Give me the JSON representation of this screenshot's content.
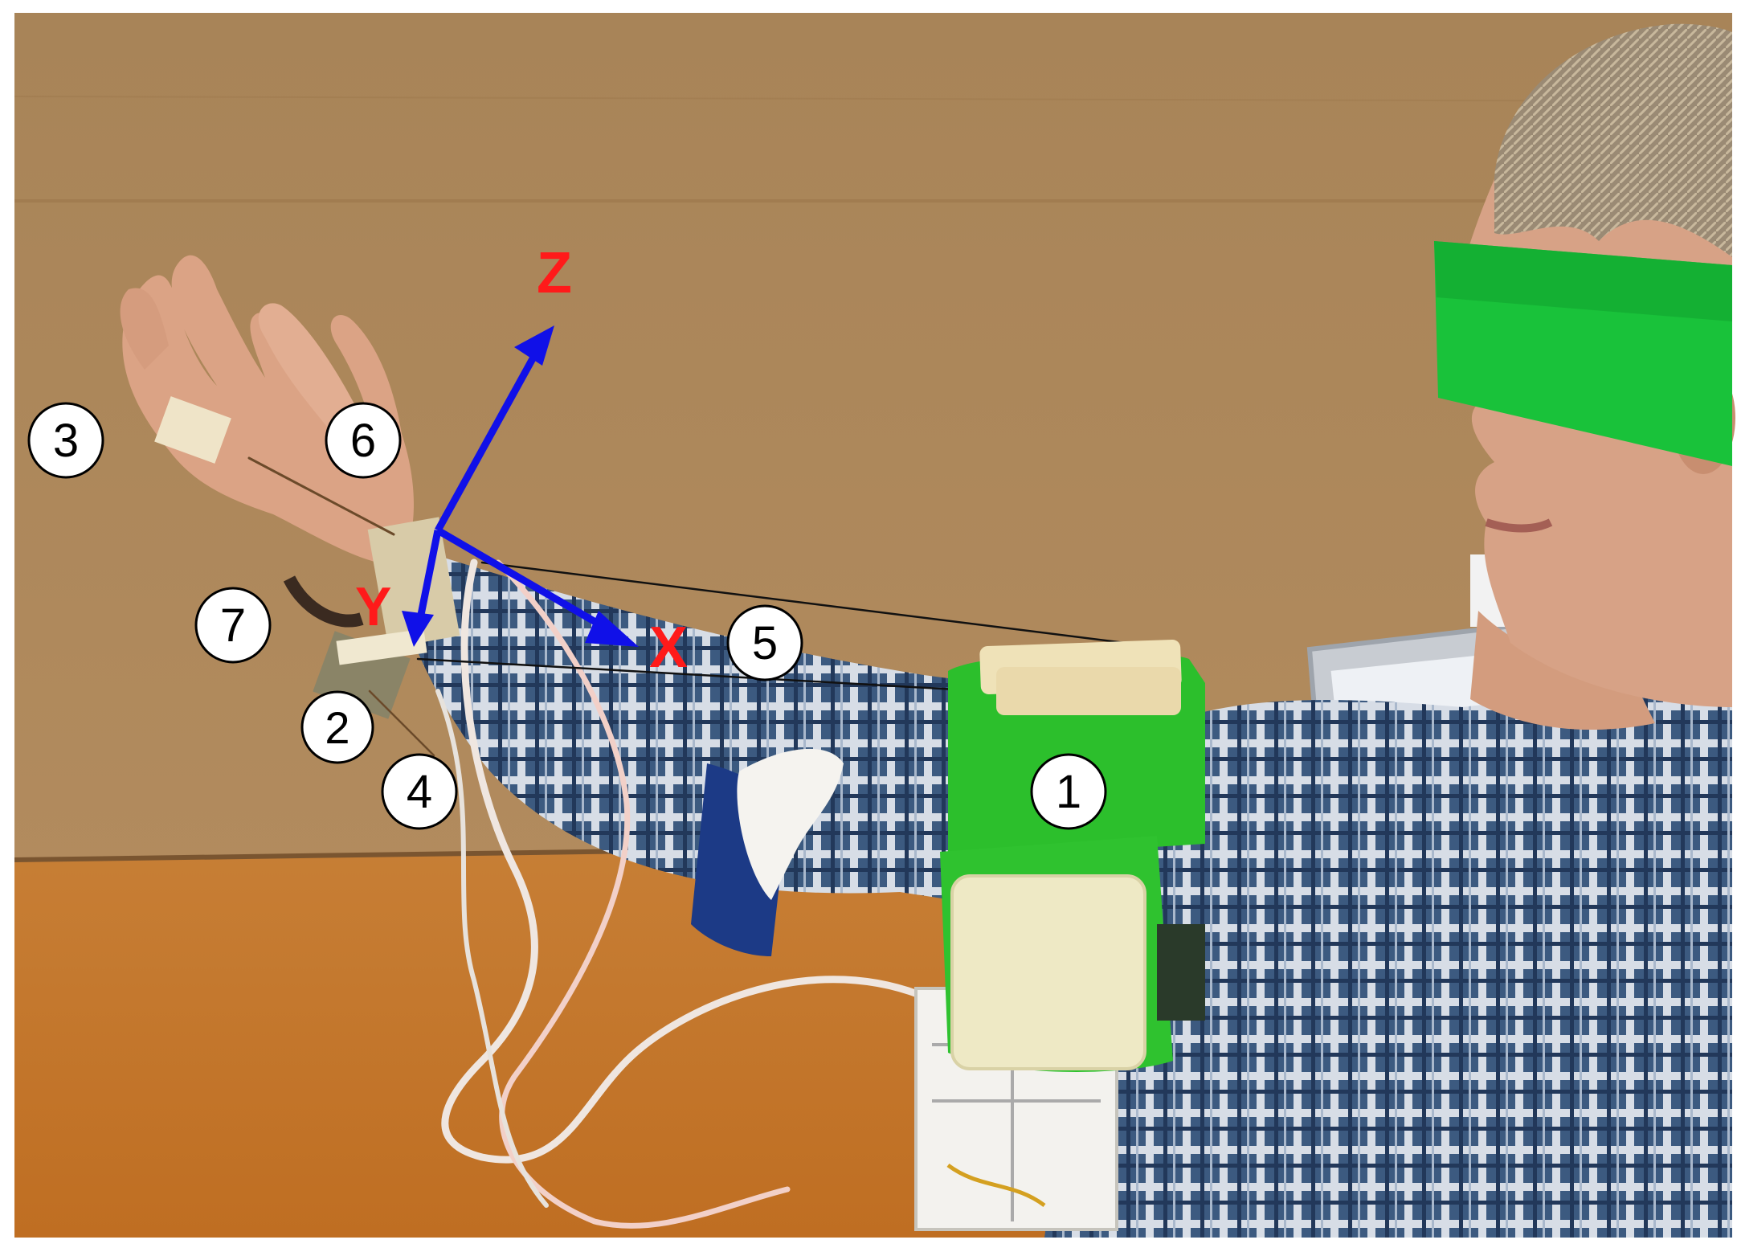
{
  "figure": {
    "callouts": [
      {
        "id": "callout-1",
        "text": "1"
      },
      {
        "id": "callout-2",
        "text": "2"
      },
      {
        "id": "callout-3",
        "text": "3"
      },
      {
        "id": "callout-4",
        "text": "4"
      },
      {
        "id": "callout-5",
        "text": "5"
      },
      {
        "id": "callout-6",
        "text": "6"
      },
      {
        "id": "callout-7",
        "text": "7"
      }
    ],
    "axes": {
      "x": "X",
      "y": "Y",
      "z": "Z"
    },
    "colors": {
      "axis_arrow": "#1010e8",
      "axis_label": "#ff1a1a",
      "eye_bar": "#19c23a",
      "device_green": "#2fc22f",
      "cardboard": "#b48a5c",
      "table": "#c9772a"
    }
  }
}
